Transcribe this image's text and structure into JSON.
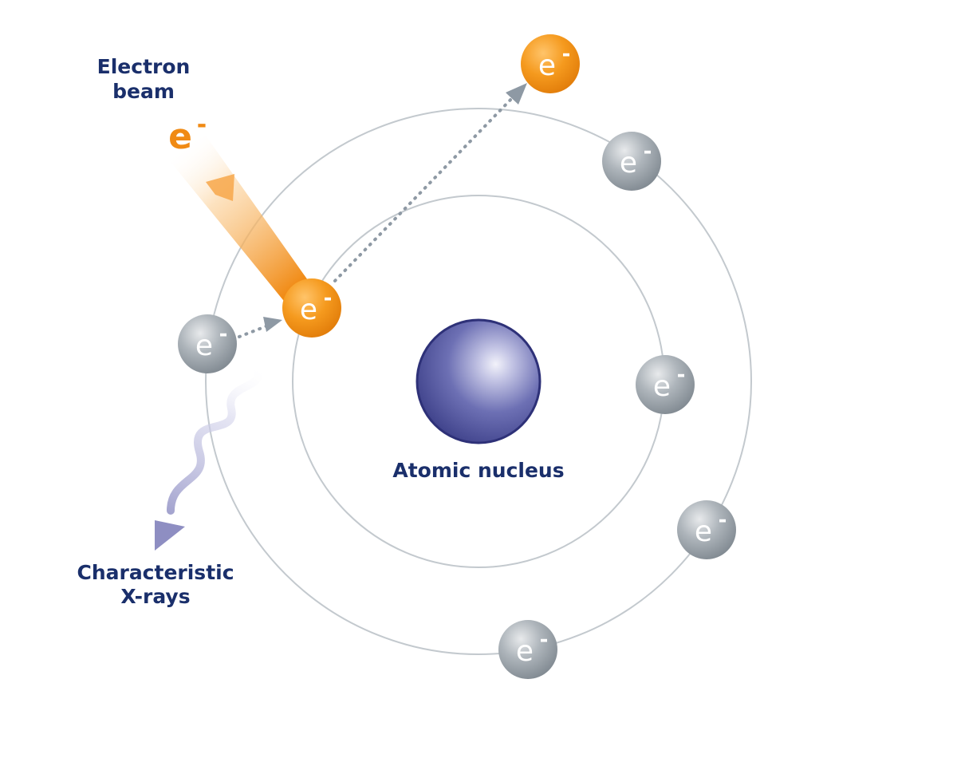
{
  "labels": {
    "electron_beam_line1": "Electron",
    "electron_beam_line2": "beam",
    "atomic_nucleus": "Atomic nucleus",
    "xrays_line1": "Characteristic",
    "xrays_line2": "X-rays"
  },
  "electron": {
    "symbol": "e",
    "charge": "-"
  },
  "colors": {
    "text": "#1a2f6b",
    "orbit": "#c3c9ce",
    "orange": "#f08a14",
    "gray_electron": "#9aa3aa",
    "nucleus": "#3f4390",
    "arrow": "#8e99a4",
    "xray": "#9090c4"
  }
}
